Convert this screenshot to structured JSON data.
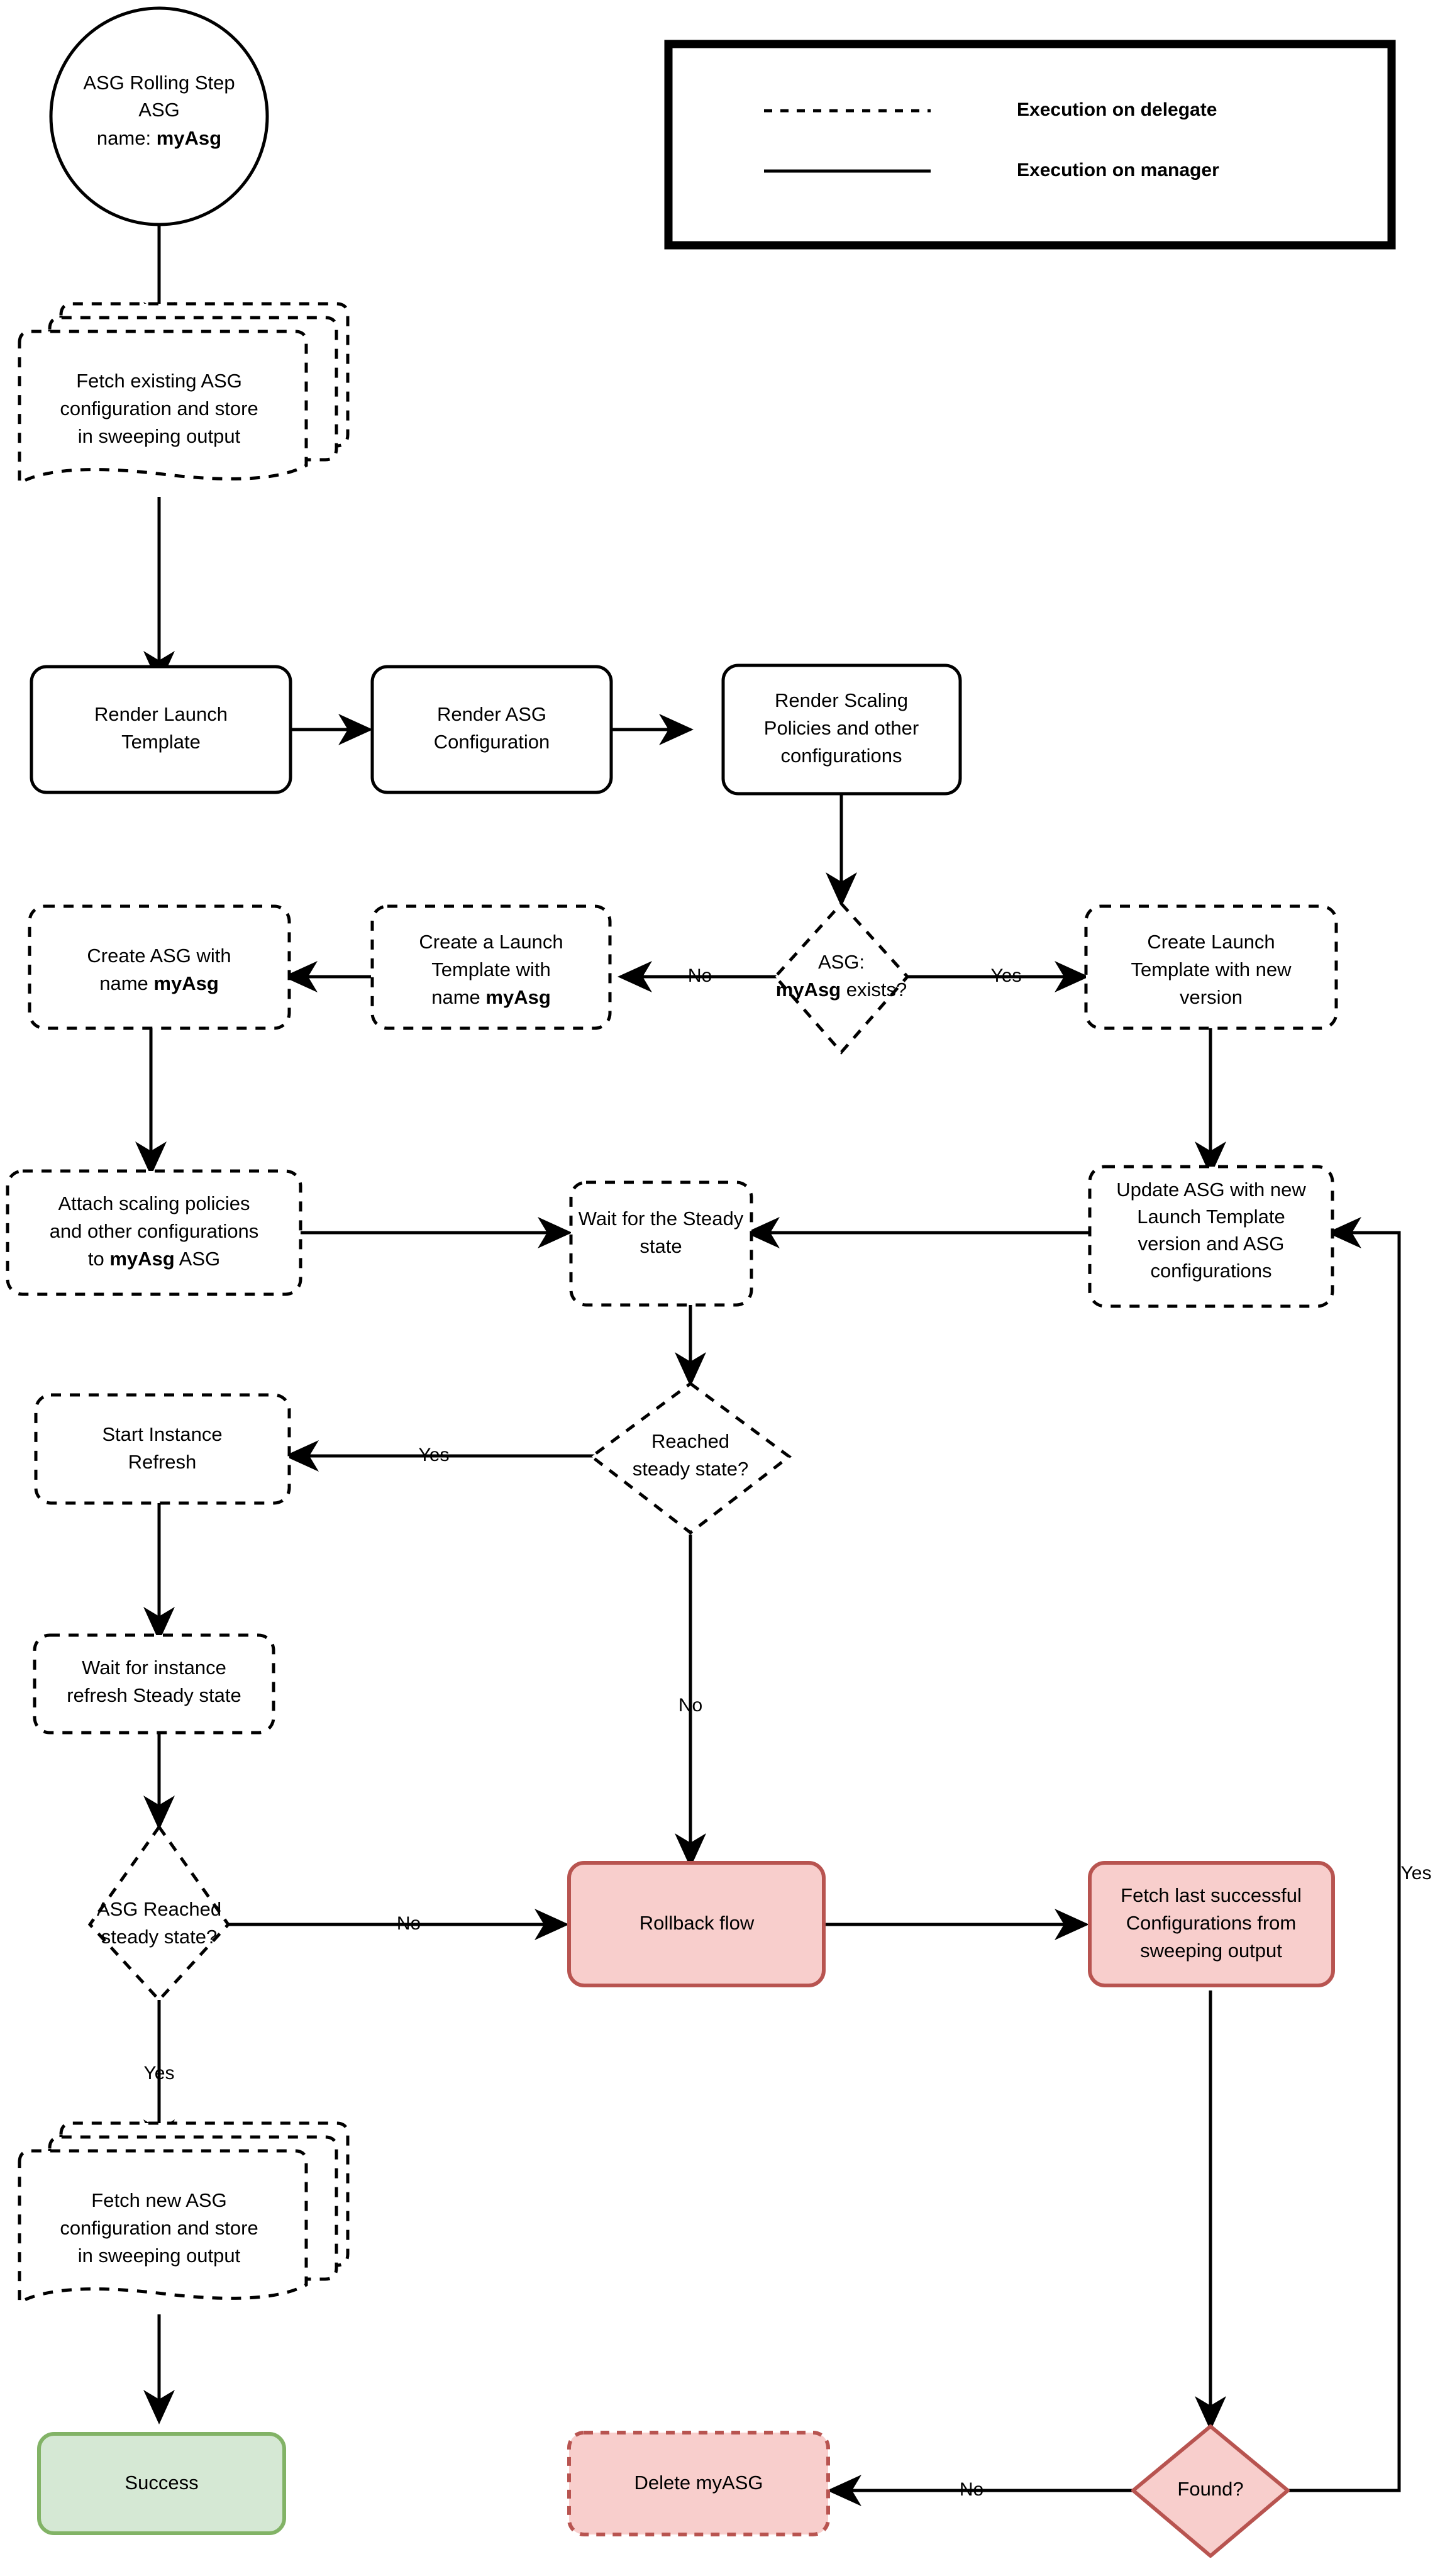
{
  "diagram": {
    "title": "ASG Rolling Step flowchart",
    "colors": {
      "stroke": "#000000",
      "background": "#ffffff",
      "red_fill": "#f8cecc",
      "red_stroke": "#b85450",
      "green_fill": "#d5e8d4",
      "green_stroke": "#82b366"
    }
  },
  "legend": {
    "items": [
      {
        "style": "dashed",
        "label": "Execution on delegate"
      },
      {
        "style": "solid",
        "label": "Execution on manager"
      }
    ]
  },
  "nodes": {
    "start": {
      "line1": "ASG Rolling Step",
      "line2": "ASG",
      "line3_prefix": "name: ",
      "line3_bold": "myAsg"
    },
    "fetch_existing": {
      "line1": "Fetch existing ASG",
      "line2": "configuration and store",
      "line3": "in sweeping output"
    },
    "render_launch_template": {
      "line1": "Render Launch",
      "line2": "Template"
    },
    "render_asg_config": {
      "line1": "Render ASG",
      "line2": "Configuration"
    },
    "render_scaling": {
      "line1": "Render Scaling",
      "line2": "Policies and other",
      "line3": "configurations"
    },
    "asg_exists": {
      "line1": "ASG:",
      "line2_bold": "myAsg",
      "line2_rest": " exists?"
    },
    "create_asg": {
      "line1": "Create ASG with",
      "line2_prefix": "name ",
      "line2_bold": "myAsg"
    },
    "create_launch_template_named": {
      "line1": "Create a Launch",
      "line2": "Template with",
      "line3_prefix": "name ",
      "line3_bold": "myAsg"
    },
    "create_launch_template_new_version": {
      "line1": "Create Launch",
      "line2": "Template with new",
      "line3": "version"
    },
    "attach_scaling": {
      "line1": "Attach scaling policies",
      "line2": "and other configurations",
      "line3_prefix": "to ",
      "line3_bold": "myAsg",
      "line3_suffix": " ASG"
    },
    "wait_steady": {
      "line1": "Wait for the Steady",
      "line2": "state"
    },
    "update_asg": {
      "line1": "Update ASG with new",
      "line2": "Launch Template",
      "line3": "version and ASG",
      "line4": "configurations"
    },
    "reached_steady": {
      "line1": "Reached",
      "line2": "steady state?"
    },
    "start_instance_refresh": {
      "line1": "Start Instance",
      "line2": "Refresh"
    },
    "wait_instance_refresh": {
      "line1": "Wait for instance",
      "line2": "refresh Steady state"
    },
    "asg_reached_steady": {
      "line1": "ASG Reached",
      "line2": "steady state?"
    },
    "rollback_flow": {
      "line1": "Rollback flow"
    },
    "fetch_last_successful": {
      "line1": "Fetch last successful",
      "line2": "Configurations from",
      "line3": "sweeping output"
    },
    "fetch_new_asg": {
      "line1": "Fetch new ASG",
      "line2": "configuration and store",
      "line3": "in sweeping output"
    },
    "success": {
      "line1": "Success"
    },
    "delete_myasg": {
      "line1": "Delete myASG"
    },
    "found": {
      "line1": "Found?"
    }
  },
  "edge_labels": {
    "exists_no": "No",
    "exists_yes": "Yes",
    "reached_yes": "Yes",
    "reached_no": "No",
    "asg_reached_no": "No",
    "asg_reached_yes": "Yes",
    "found_no": "No",
    "found_yes": "Yes"
  }
}
